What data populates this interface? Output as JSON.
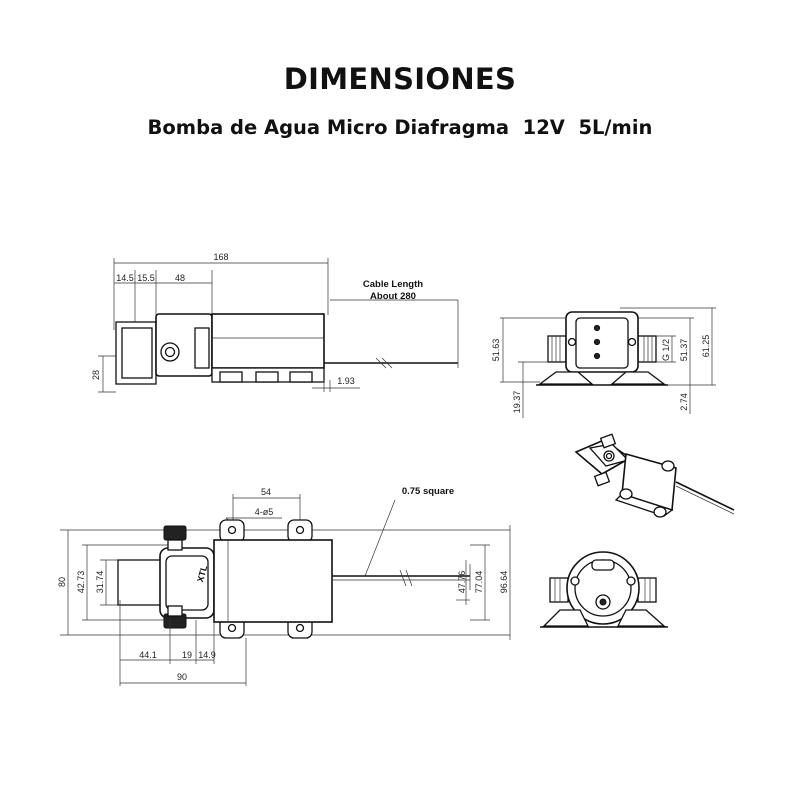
{
  "header": {
    "title": "DIMENSIONES",
    "subtitle": "Bomba de Agua Micro Diafragma  12V  5L/min"
  },
  "side_view": {
    "dims": {
      "overall": "168",
      "d1": "14.5",
      "d2": "15.5",
      "d3": "48",
      "height": "28",
      "cable_offset": "1.93"
    },
    "cable_note_line1": "Cable Length",
    "cable_note_line2": "About 280"
  },
  "front_view": {
    "dims": {
      "left": "51.63",
      "bottom_left": "19.37",
      "thread": "G 1/2",
      "right_inner": "51.37",
      "right_outer": "61.25",
      "bottom_right": "2.74"
    }
  },
  "top_view": {
    "dims": {
      "hole_spacing": "54",
      "holes": "4-ø5",
      "wire_note": "0.75 square",
      "left_outer": "80",
      "left_mid": "42.73",
      "left_inner": "31.74",
      "right_inner": "47.76",
      "right_mid": "77.04",
      "right_outer": "96.64",
      "bottom_a": "44.1",
      "bottom_b": "19",
      "bottom_c": "14.9",
      "bottom_total": "90"
    }
  },
  "iso_view": {
    "brand": "XTL"
  }
}
